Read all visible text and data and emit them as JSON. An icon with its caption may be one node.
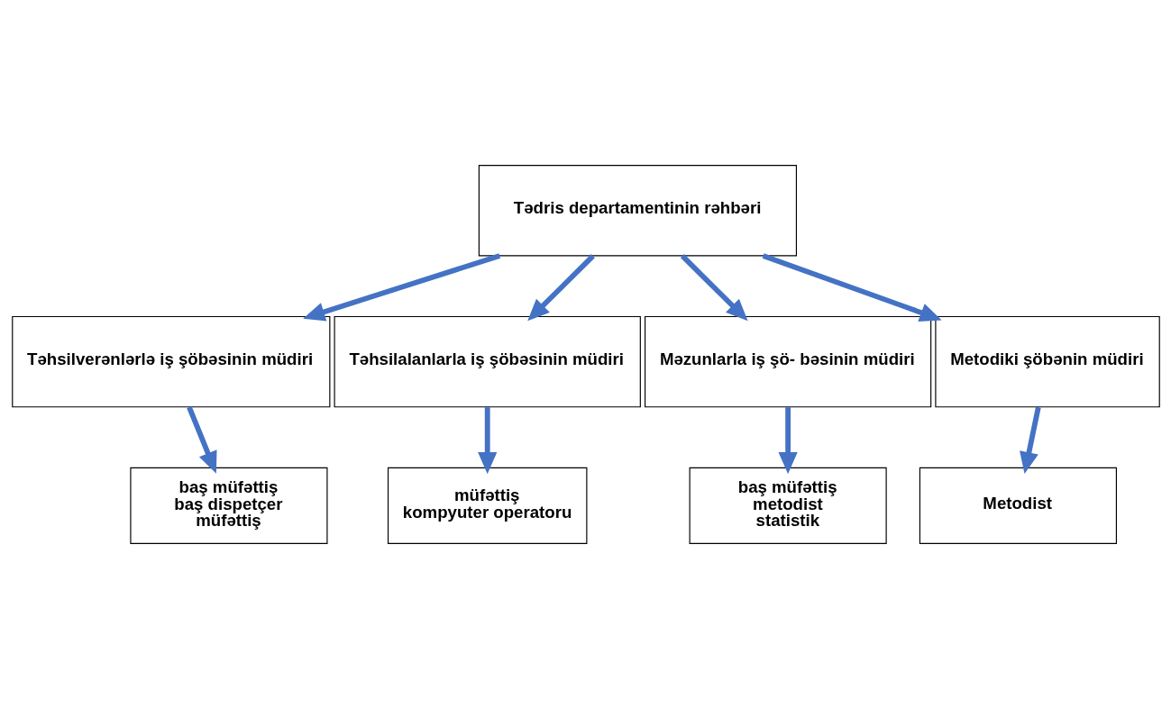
{
  "diagram": {
    "nodes": [
      {
        "text": [
          "Tədris departamentinin rəhbəri"
        ]
      },
      {
        "text": [
          "Təhsilverənlərlə iş şöbəsinin müdiri"
        ]
      },
      {
        "text": [
          "Təhsilalanlarla iş şöbəsinin müdiri"
        ]
      },
      {
        "text": [
          "Məzunlarla iş şö- bəsinin müdiri"
        ]
      },
      {
        "text": [
          "Metodiki şöbənin müdiri"
        ]
      },
      {
        "text": [
          "baş müfəttiş",
          "baş dispetçer",
          "müfəttiş"
        ]
      },
      {
        "text": [
          "müfəttiş",
          "kompyuter operatoru"
        ]
      },
      {
        "text": [
          "baş müfəttiş",
          "metodist",
          "statistik"
        ]
      },
      {
        "text": [
          "Metodist"
        ]
      }
    ],
    "edges": [
      {
        "from": 0,
        "to": 1,
        "arrow": "to"
      },
      {
        "from": 0,
        "to": 2,
        "arrow": "to"
      },
      {
        "from": 0,
        "to": 3,
        "arrow": "to"
      },
      {
        "from": 0,
        "to": 4,
        "arrow": "to"
      },
      {
        "from": 1,
        "to": 5,
        "arrow": "to"
      },
      {
        "from": 2,
        "to": 6,
        "arrow": "to"
      },
      {
        "from": 3,
        "to": 7,
        "arrow": "to"
      },
      {
        "from": 4,
        "to": 8,
        "arrow": "to"
      }
    ]
  }
}
